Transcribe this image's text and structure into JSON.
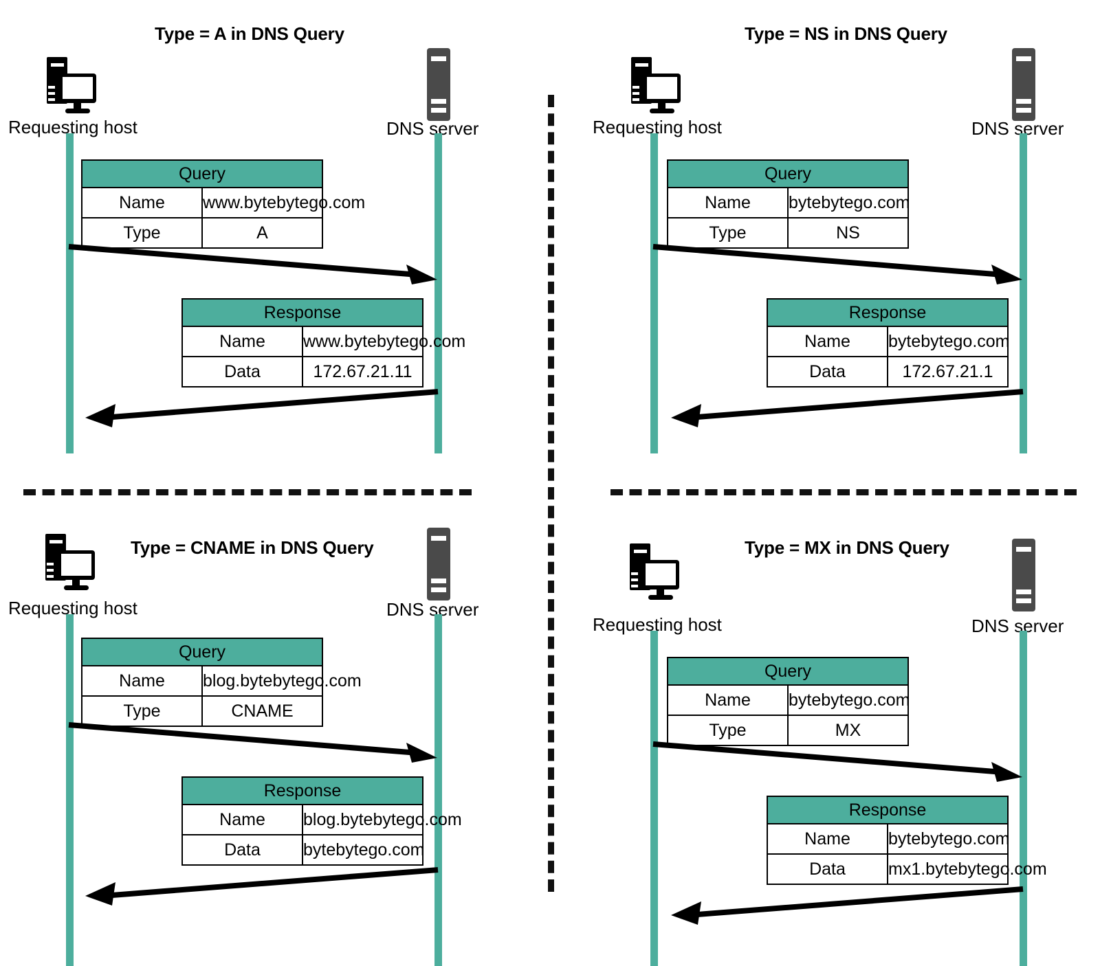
{
  "panels": [
    {
      "id": "type-a",
      "title": "Type = A in DNS Query",
      "host_label": "Requesting host",
      "server_label": "DNS server",
      "query": {
        "header": "Query",
        "rows": [
          {
            "label": "Name",
            "value": "www.bytebytego.com"
          },
          {
            "label": "Type",
            "value": "A"
          }
        ]
      },
      "response": {
        "header": "Response",
        "rows": [
          {
            "label": "Name",
            "value": "www.bytebytego.com"
          },
          {
            "label": "Data",
            "value": "172.67.21.11"
          }
        ]
      }
    },
    {
      "id": "type-ns",
      "title": "Type = NS in DNS Query",
      "host_label": "Requesting host",
      "server_label": "DNS server",
      "query": {
        "header": "Query",
        "rows": [
          {
            "label": "Name",
            "value": "bytebytego.com"
          },
          {
            "label": "Type",
            "value": "NS"
          }
        ]
      },
      "response": {
        "header": "Response",
        "rows": [
          {
            "label": "Name",
            "value": "bytebytego.com"
          },
          {
            "label": "Data",
            "value": "172.67.21.1"
          }
        ]
      }
    },
    {
      "id": "type-cname",
      "title": "Type = CNAME in DNS Query",
      "host_label": "Requesting host",
      "server_label": "DNS server",
      "query": {
        "header": "Query",
        "rows": [
          {
            "label": "Name",
            "value": "blog.bytebytego.com"
          },
          {
            "label": "Type",
            "value": "CNAME"
          }
        ]
      },
      "response": {
        "header": "Response",
        "rows": [
          {
            "label": "Name",
            "value": "blog.bytebytego.com"
          },
          {
            "label": "Data",
            "value": "bytebytego.com"
          }
        ]
      }
    },
    {
      "id": "type-mx",
      "title": "Type = MX in DNS Query",
      "host_label": "Requesting host",
      "server_label": "DNS server",
      "query": {
        "header": "Query",
        "rows": [
          {
            "label": "Name",
            "value": "bytebytego.com"
          },
          {
            "label": "Type",
            "value": "MX"
          }
        ]
      },
      "response": {
        "header": "Response",
        "rows": [
          {
            "label": "Name",
            "value": "bytebytego.com"
          },
          {
            "label": "Data",
            "value": "mx1.bytebytego.com"
          }
        ]
      }
    }
  ],
  "colors": {
    "accent_teal": "#4DAE9D",
    "host_icon": "#000000",
    "server_icon": "#4A4A4A",
    "line": "#000000",
    "background": "#FFFFFF"
  }
}
